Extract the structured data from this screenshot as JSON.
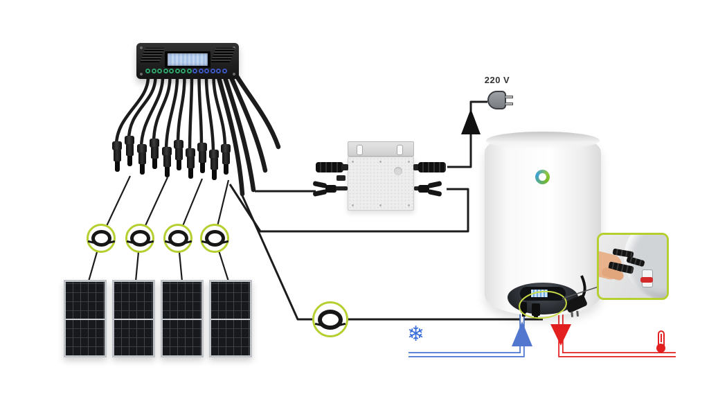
{
  "page": {
    "title": "Solar PV water heating system diagram",
    "background": "#ffffff"
  },
  "labels": {
    "mains_voltage": "220 V"
  },
  "colors": {
    "accent_green": "#b5cf31",
    "cold_blue": "#4a74cf",
    "cold_arrow_blue": "#5377cf",
    "snowflake_blue": "#3a6ed8",
    "hot_red": "#e41f1f",
    "cable_black": "#1c1c1c",
    "lcd_blue": "#a9c4e9",
    "terminal_green": "#2fa36b",
    "terminal_blue": "#3e59c4"
  },
  "controller": {
    "name": "solar-charge-controller",
    "green_terminals": 8,
    "blue_terminals": 6,
    "mc4_connectors": 10
  },
  "pv_array": {
    "panel_count": 4,
    "extension_coil_count": 4
  },
  "inverter": {
    "name": "grid-tie-micro-inverter"
  },
  "mains": {
    "icon": "power-plug-icon"
  },
  "water_heater": {
    "name": "electric-water-heater",
    "callout": "heating-element-connectors-photo"
  },
  "pipes": {
    "cold_inlet_icon": "snowflake-icon",
    "hot_outlet_icon": "thermometer-icon",
    "inline_coil_icon": "cable-coil-icon"
  }
}
